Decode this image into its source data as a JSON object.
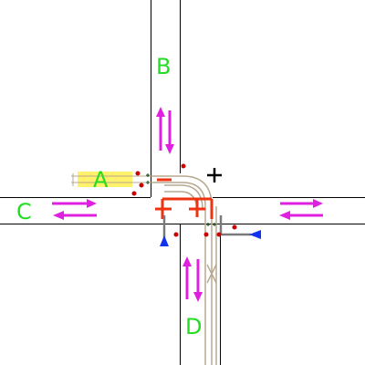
{
  "scene": {
    "colors": {
      "background": "#ffffff",
      "road_edge": "#000000",
      "label": "#22dd22",
      "direction_arrow": "#e020e0",
      "track": "#b8a890",
      "track_rail": "#7a7a7a",
      "signal_red": "#ee3311",
      "dot": "#cc0000",
      "marker_blue": "#1133ee",
      "highlight": "#ffee44",
      "cursor": "#000000"
    },
    "roads": [
      {
        "id": "A",
        "label": "A"
      },
      {
        "id": "B",
        "label": "B"
      },
      {
        "id": "C",
        "label": "C"
      },
      {
        "id": "D",
        "label": "D"
      }
    ],
    "cursor_icon": "crosshair-icon"
  }
}
